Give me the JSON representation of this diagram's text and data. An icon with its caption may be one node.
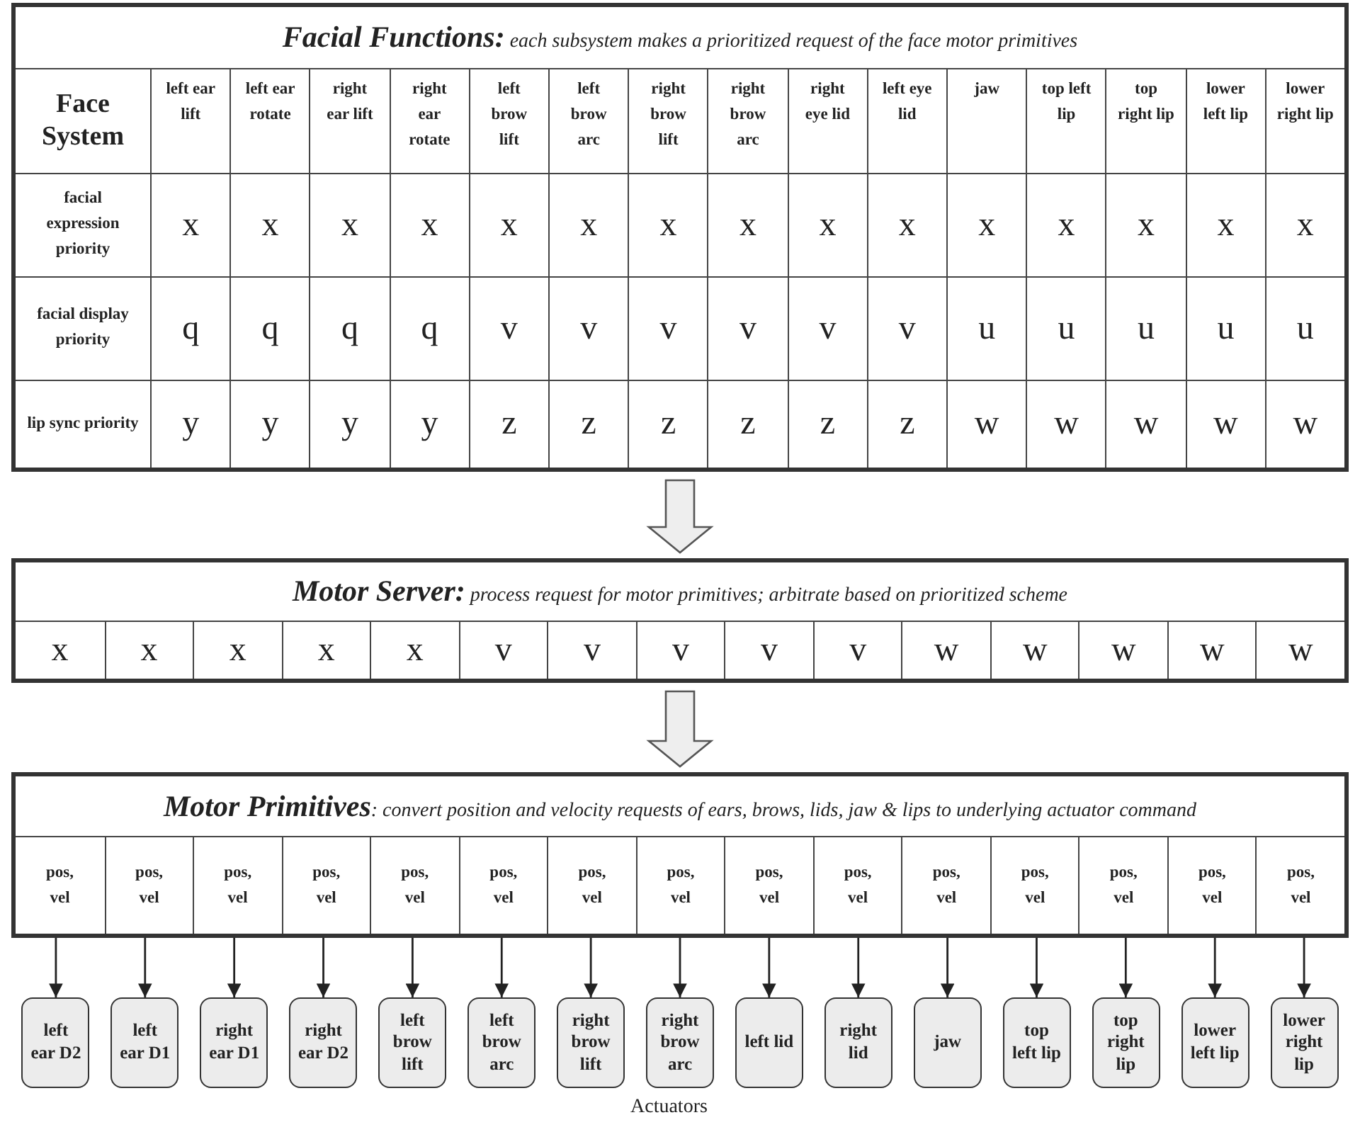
{
  "diagram": {
    "nodes": [
      {
        "text": [
          "**Facial Functions:** each subsystem makes a prioritized request of the face motor primitives"
        ]
      },
      {
        "text": [
          "**Motor Server:** process request for motor primitives; arbitrate based on prioritized scheme"
        ]
      },
      {
        "text": [
          "**Motor Primitives**: convert position and velocity requests of ears, brows, lids, jaw & lips to underlying actuator command"
        ]
      },
      {
        "text": [
          "pos, vel"
        ],
        "in": 2
      },
      {
        "text": [
          "pos, vel"
        ],
        "in": 2
      },
      {
        "text": [
          "pos, vel"
        ],
        "in": 2
      },
      {
        "text": [
          "pos, vel"
        ],
        "in": 2
      },
      {
        "text": [
          "pos, vel"
        ],
        "in": 2
      },
      {
        "text": [
          "pos, vel"
        ],
        "in": 2
      },
      {
        "text": [
          "pos, vel"
        ],
        "in": 2
      },
      {
        "text": [
          "pos, vel"
        ],
        "in": 2
      },
      {
        "text": [
          "pos, vel"
        ],
        "in": 2
      },
      {
        "text": [
          "pos, vel"
        ],
        "in": 2
      },
      {
        "text": [
          "pos, vel"
        ],
        "in": 2
      },
      {
        "text": [
          "pos, vel"
        ],
        "in": 2
      },
      {
        "text": [
          "pos, vel"
        ],
        "in": 2
      },
      {
        "text": [
          "pos, vel"
        ],
        "in": 2
      },
      {
        "text": [
          "pos, vel"
        ],
        "in": 2
      },
      {
        "text": [
          "left ear D2"
        ]
      },
      {
        "text": [
          "left ear D1"
        ]
      },
      {
        "text": [
          "right ear D1"
        ]
      },
      {
        "text": [
          "right ear D2"
        ]
      },
      {
        "text": [
          "left brow lift"
        ]
      },
      {
        "text": [
          "left brow arc"
        ]
      },
      {
        "text": [
          "right brow lift"
        ]
      },
      {
        "text": [
          "right brow arc"
        ]
      },
      {
        "text": [
          "left lid"
        ]
      },
      {
        "text": [
          "right lid"
        ]
      },
      {
        "text": [
          "jaw"
        ]
      },
      {
        "text": [
          "top left lip"
        ]
      },
      {
        "text": [
          "top right lip"
        ]
      },
      {
        "text": [
          "lower left lip"
        ]
      },
      {
        "text": [
          "lower right lip"
        ]
      }
    ],
    "edges": [
      {
        "from": 0,
        "to": 1,
        "arrow": "to",
        "style": "thick"
      },
      {
        "from": 1,
        "to": 2,
        "arrow": "to",
        "style": "thick"
      },
      {
        "from": 3,
        "to": 18,
        "arrow": "to"
      },
      {
        "from": 4,
        "to": 19,
        "arrow": "to"
      },
      {
        "from": 5,
        "to": 20,
        "arrow": "to"
      },
      {
        "from": 6,
        "to": 21,
        "arrow": "to"
      },
      {
        "from": 7,
        "to": 22,
        "arrow": "to"
      },
      {
        "from": 8,
        "to": 23,
        "arrow": "to"
      },
      {
        "from": 9,
        "to": 24,
        "arrow": "to"
      },
      {
        "from": 10,
        "to": 25,
        "arrow": "to"
      },
      {
        "from": 11,
        "to": 26,
        "arrow": "to"
      },
      {
        "from": 12,
        "to": 27,
        "arrow": "to"
      },
      {
        "from": 13,
        "to": 28,
        "arrow": "to"
      },
      {
        "from": 14,
        "to": 29,
        "arrow": "to"
      },
      {
        "from": 15,
        "to": 30,
        "arrow": "to"
      },
      {
        "from": 16,
        "to": 31,
        "arrow": "to"
      },
      {
        "from": 17,
        "to": 32,
        "arrow": "to"
      }
    ],
    "labels": [
      "Face System",
      "left ear lift",
      "left ear rotate",
      "right ear lift",
      "right ear rotate",
      "left brow lift",
      "left brow arc",
      "right brow lift",
      "right brow arc",
      "right eye lid",
      "left eye lid",
      "jaw",
      "top left lip",
      "top right lip",
      "lower left lip",
      "lower right lip",
      "facial expression priority",
      "x",
      "x",
      "x",
      "x",
      "x",
      "x",
      "x",
      "x",
      "x",
      "x",
      "x",
      "x",
      "x",
      "x",
      "x",
      "facial display priority",
      "q",
      "q",
      "q",
      "q",
      "v",
      "v",
      "v",
      "v",
      "v",
      "v",
      "u",
      "u",
      "u",
      "u",
      "u",
      "lip sync priority",
      "y",
      "y",
      "y",
      "y",
      "z",
      "z",
      "z",
      "z",
      "z",
      "z",
      "w",
      "w",
      "w",
      "w",
      "w",
      "x",
      "x",
      "x",
      "x",
      "x",
      "v",
      "v",
      "v",
      "v",
      "v",
      "w",
      "w",
      "w",
      "w",
      "w",
      "Actuators"
    ]
  }
}
